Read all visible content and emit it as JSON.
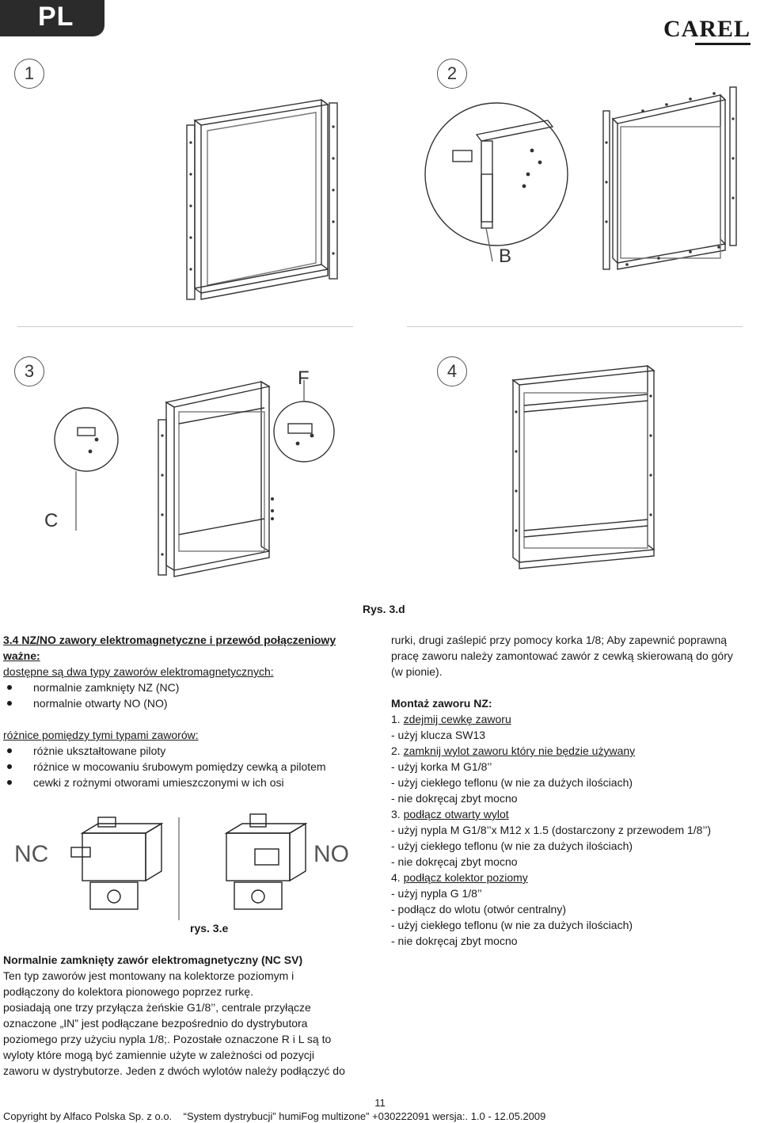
{
  "header": {
    "language": "PL",
    "brand": "CAREL"
  },
  "figures": {
    "steps": [
      "1",
      "2",
      "3",
      "4"
    ],
    "callouts": [
      "B",
      "C",
      "F"
    ],
    "caption_d": "Rys. 3.d",
    "caption_e": "rys. 3.e",
    "valve_labels": [
      "NC",
      "NO"
    ]
  },
  "left": {
    "title": "3.4 NZ/NO zawory elektromagnetyczne i przewód połączeniowy",
    "important": "ważne:",
    "types_intro": "dostępne są dwa typy zaworów elektromagnetycznych:",
    "types": [
      "normalnie zamknięty NZ (NC)",
      "normalnie otwarty NO (NO)"
    ],
    "diff_intro": "różnice pomiędzy tymi typami zaworów:",
    "diffs": [
      "różnie ukształtowane piloty",
      "różnice w mocowaniu śrubowym pomiędzy cewką a pilotem",
      "cewki z rożnymi otworami umieszczonymi w ich osi"
    ],
    "nc_heading": "Normalnie zamknięty zawór elektromagnetyczny (NC SV)",
    "nc_lines": [
      "Ten typ zaworów jest montowany na kolektorze poziomym i",
      "podłączony do kolektora pionowego poprzez rurkę.",
      "posiadają one trzy przyłącza żeńskie G1/8’’, centrale przyłącze",
      "oznaczone „IN” jest podłączane bezpośrednio do dystrybutora",
      "poziomego przy użyciu nypla 1/8;. Pozostałe oznaczone R i L są to",
      "wyloty które mogą być zamiennie użyte w zależności od pozycji",
      "zaworu w dystrybutorze. Jeden z dwóch wylotów należy podłączyć do"
    ]
  },
  "right": {
    "intro_lines": [
      "rurki, drugi zaślepić przy pomocy korka 1/8; Aby zapewnić poprawną",
      "pracę zaworu należy zamontować zawór z cewką skierowaną do góry",
      "(w pionie)."
    ],
    "mount_heading": "Montaż zaworu NZ:",
    "s1_num": "1. ",
    "s1_title": "zdejmij cewkę zaworu",
    "s1_items": [
      "- użyj klucza SW13"
    ],
    "s2_num": "2. ",
    "s2_title": "zamknij wylot zaworu który nie będzie używany",
    "s2_items": [
      "- użyj korka M G1/8’’",
      "- użyj ciekłego teflonu (w nie za dużych ilościach)",
      "- nie dokręcaj zbyt mocno"
    ],
    "s3_num": "3. ",
    "s3_title": "podłącz otwarty wylot",
    "s3_items": [
      "- użyj nypla M G1/8’’x M12 x 1.5 (dostarczony z przewodem 1/8’’)",
      "- użyj ciekłego teflonu (w nie za dużych ilościach)",
      "- nie dokręcaj zbyt mocno"
    ],
    "s4_num": "4. ",
    "s4_title": "podłącz kolektor poziomy",
    "s4_items": [
      "- użyj nypla G 1/8’’",
      "- podłącz do wlotu (otwór centralny)",
      "- użyj ciekłego teflonu (w nie za dużych ilościach)",
      "- nie dokręcaj zbyt mocno"
    ]
  },
  "footer": {
    "page_number": "11",
    "text": "Copyright by Alfaco Polska Sp. z o.o.    “System dystrybucji” humiFog multizone” +030222091 wersja:. 1.0 - 12.05.2009"
  }
}
